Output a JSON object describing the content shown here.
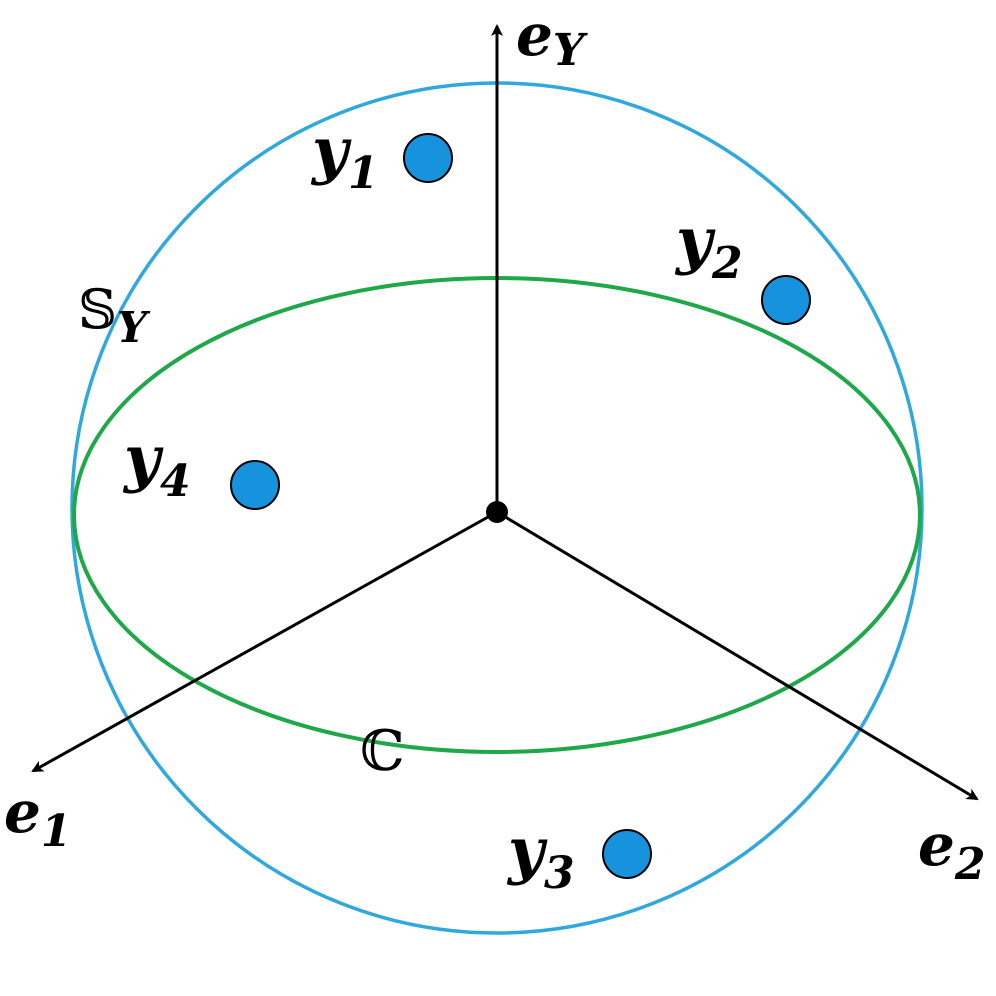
{
  "colors": {
    "sphere": "#2FA8DD",
    "equator": "#1FA84A",
    "point_fill": "#1793DD",
    "point_stroke": "#000000",
    "axis": "#000000",
    "background": "#FFFFFF"
  },
  "labels": {
    "sphere": {
      "main": "𝕊",
      "sub": "Y"
    },
    "equator": "ℂ",
    "axes": [
      {
        "id": "eY",
        "main": "e",
        "sub": "Y"
      },
      {
        "id": "e1",
        "main": "e",
        "sub": "1"
      },
      {
        "id": "e2",
        "main": "e",
        "sub": "2"
      }
    ],
    "points": [
      {
        "id": "y1",
        "main": "y",
        "sub": "1"
      },
      {
        "id": "y2",
        "main": "y",
        "sub": "2"
      },
      {
        "id": "y3",
        "main": "y",
        "sub": "3"
      },
      {
        "id": "y4",
        "main": "y",
        "sub": "4"
      }
    ]
  }
}
